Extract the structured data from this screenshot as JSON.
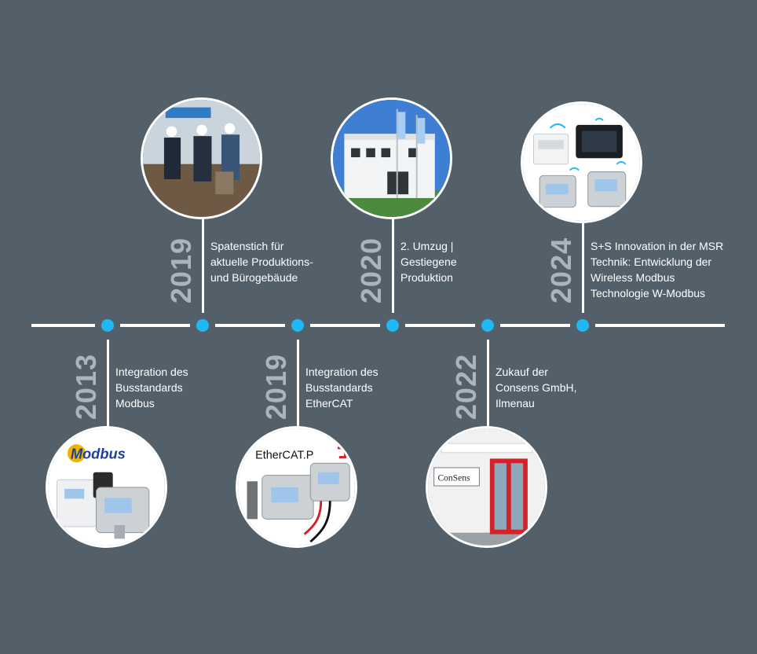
{
  "events": [
    {
      "year": "2013",
      "caption_lines": [
        "Integration des",
        "Busstandards",
        "Modbus"
      ],
      "logo_text": "Modbus"
    },
    {
      "year": "2019",
      "caption_lines": [
        "Spatenstich für",
        "aktuelle Produktions-",
        "und Bürogebäude"
      ]
    },
    {
      "year": "2019",
      "caption_lines": [
        "Integration des",
        "Busstandards",
        "EtherCAT"
      ],
      "logo_text": "EtherCAT.P"
    },
    {
      "year": "2020",
      "caption_lines": [
        "2. Umzug |",
        "Gestiegene",
        "Produktion"
      ]
    },
    {
      "year": "2022",
      "caption_lines": [
        "Zukauf der",
        "Consens GmbH,",
        "Ilmenau"
      ],
      "logo_text": "ConSens"
    },
    {
      "year": "2024",
      "caption_lines": [
        "S+S Innovation in der MSR",
        "Technik: Entwicklung der",
        "Wireless Modbus",
        "Technologie W-Modbus"
      ]
    }
  ],
  "colors": {
    "background": "#535f69",
    "node": "#1fb8f5",
    "year": "#a9b4bd",
    "line": "#ffffff"
  }
}
